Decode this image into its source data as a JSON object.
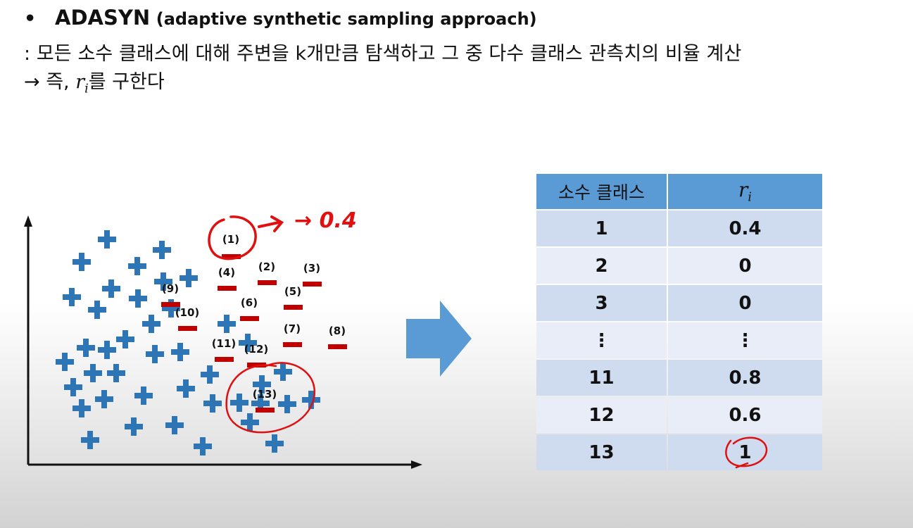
{
  "header": {
    "bullet": "•",
    "title": "ADASYN",
    "subtitle": "(adaptive synthetic sampling approach)",
    "description": ": 모든 소수 클래스에 대해 주변을 k개만큼 탐색하고 그 중 다수 클래스 관측치의 비율 계산",
    "result_prefix": "→ 즉, ",
    "result_var": "r",
    "result_sub": "i",
    "result_suffix": "를 구한다"
  },
  "scatter": {
    "minority_labels": [
      "(1)",
      "(2)",
      "(3)",
      "(4)",
      "(5)",
      "(6)",
      "(7)",
      "(8)",
      "(9)",
      "(10)",
      "(11)",
      "(12)",
      "(13)"
    ],
    "annotation_text": "→ 0.4",
    "colors": {
      "majority": "#2e75b6",
      "minority": "#c00000",
      "annotation": "#e01010",
      "axis": "#111111"
    }
  },
  "table": {
    "header_class": "소수 클래스",
    "header_var": "r",
    "header_sub": "i",
    "rows": [
      {
        "cls": "1",
        "r": "0.4"
      },
      {
        "cls": "2",
        "r": "0"
      },
      {
        "cls": "3",
        "r": "0"
      },
      {
        "cls": "⋮",
        "r": "⋮"
      },
      {
        "cls": "11",
        "r": "0.8"
      },
      {
        "cls": "12",
        "r": "0.6"
      },
      {
        "cls": "13",
        "r": "1"
      }
    ],
    "colors": {
      "header": "#5b9bd5",
      "row_dark": "#cfdbef",
      "row_light": "#e8edf7"
    }
  },
  "arrow": {
    "color": "#5b9bd5"
  }
}
